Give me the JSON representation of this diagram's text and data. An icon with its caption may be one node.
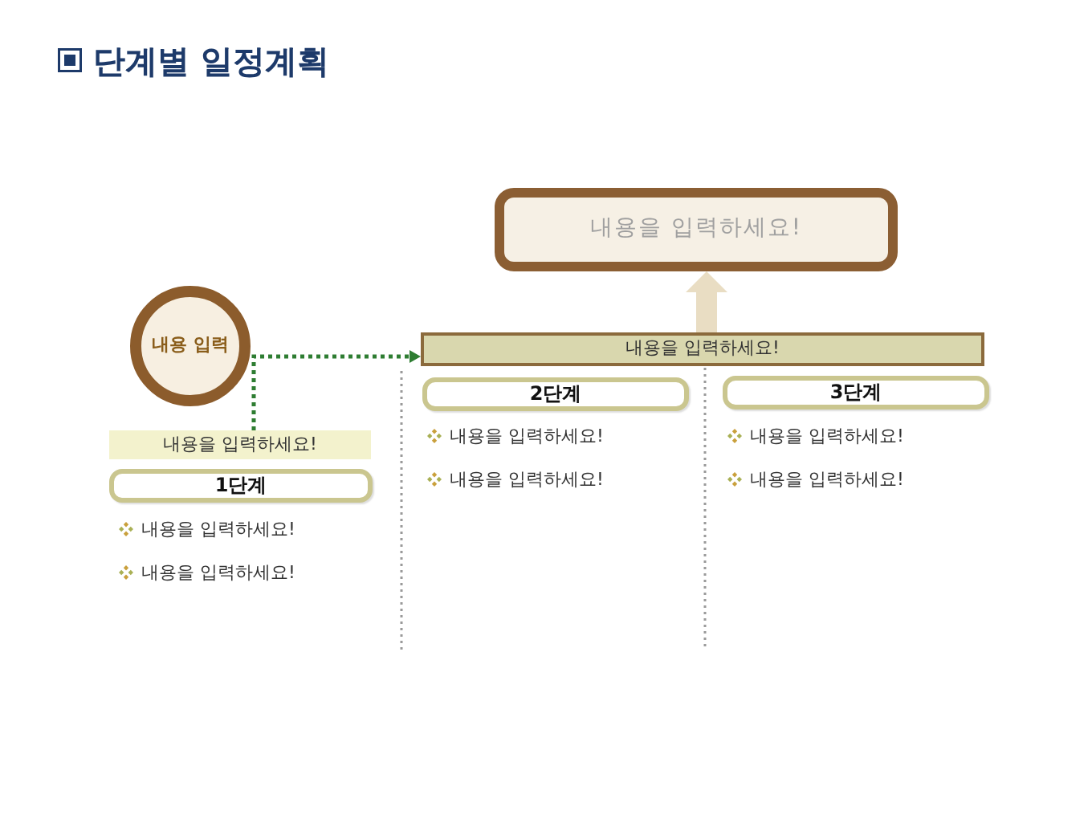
{
  "diagram": {
    "title": "단계별 일정계획",
    "nodes": [
      {
        "text": [
          "내용 입력"
        ]
      },
      {
        "text": [
          "내용을 입력하세요!"
        ]
      },
      {
        "text": [
          "1단계"
        ],
        "beside": [
          "내용을 입력하세요!",
          "내용을 입력하세요!"
        ]
      },
      {
        "text": [
          "내용을 입력하세요!"
        ]
      },
      {
        "text": [
          "내용을 입력하세요!"
        ]
      },
      {
        "text": [
          "2단계"
        ],
        "beside": [
          "내용을 입력하세요!",
          "내용을 입력하세요!"
        ]
      },
      {
        "text": [
          "3단계"
        ],
        "beside": [
          "내용을 입력하세요!",
          "내용을 입력하세요!"
        ]
      }
    ],
    "edges": [
      {
        "from": 1,
        "to": 4,
        "arrow": "to",
        "style": "dashed",
        "color": "#2e7d32"
      },
      {
        "from": 4,
        "to": 3,
        "arrow": "to",
        "style": "thick",
        "color": "#e9ddc3"
      }
    ]
  }
}
